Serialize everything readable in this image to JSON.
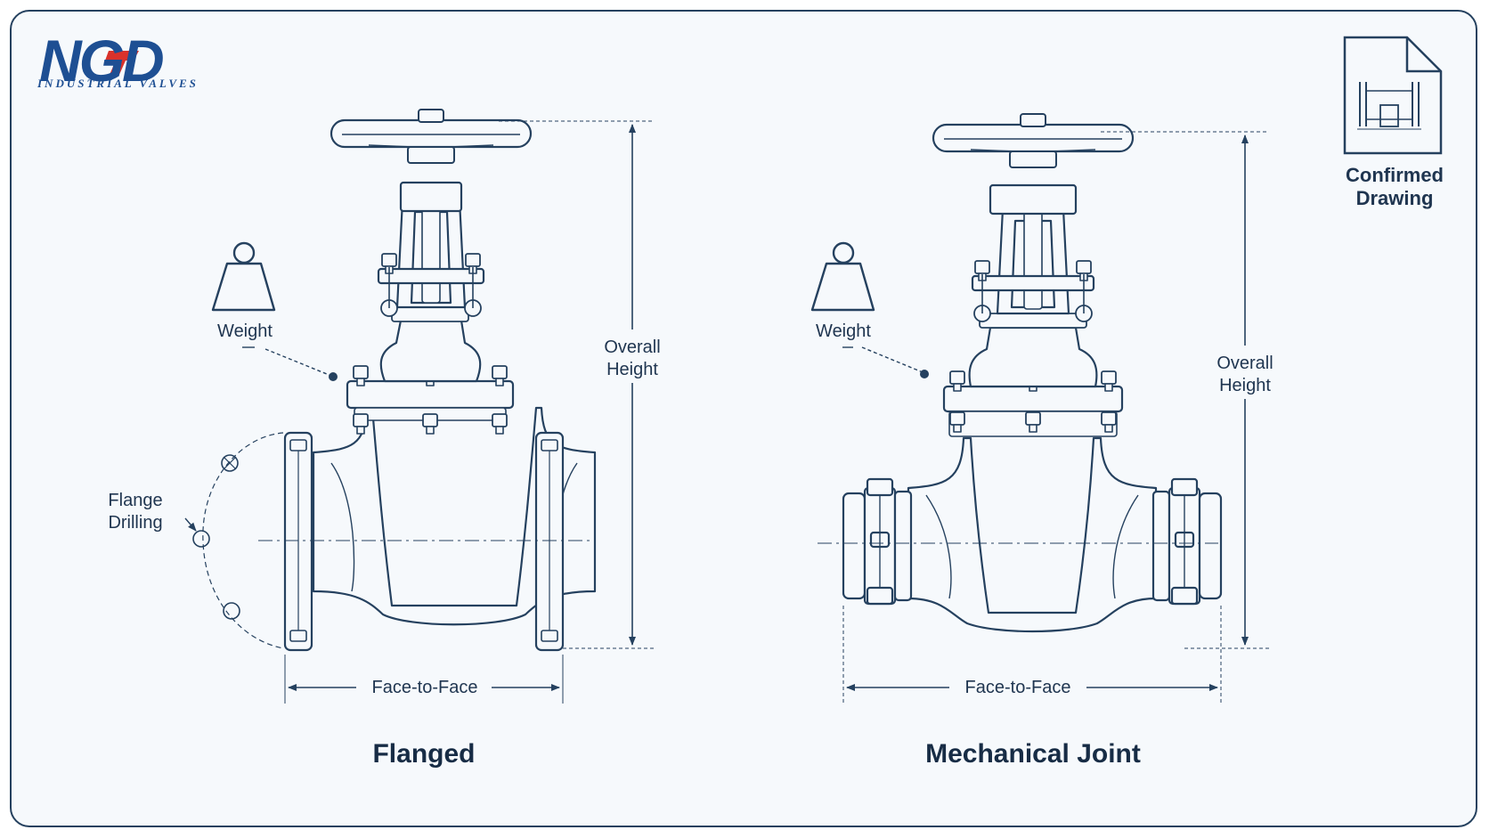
{
  "logo": {
    "brand": "NGD",
    "tagline": "INDUSTRIAL VALVES",
    "accent_colors": {
      "blue": "#1e4f93",
      "red": "#d9322b"
    }
  },
  "confirmed_drawing": {
    "label": "Confirmed Drawing",
    "icon": "document-drawing-icon"
  },
  "flanged": {
    "title": "Flanged",
    "weight_label": "Weight",
    "height_label": "Overall Height",
    "face_label": "Face-to-Face",
    "drilling_label": "Flange Drilling"
  },
  "mechanical": {
    "title": "Mechanical Joint",
    "weight_label": "Weight",
    "height_label": "Overall Height",
    "face_label": "Face-to-Face"
  },
  "colors": {
    "line": "#25415f",
    "background": "#f6f9fc",
    "border": "#25415f"
  }
}
